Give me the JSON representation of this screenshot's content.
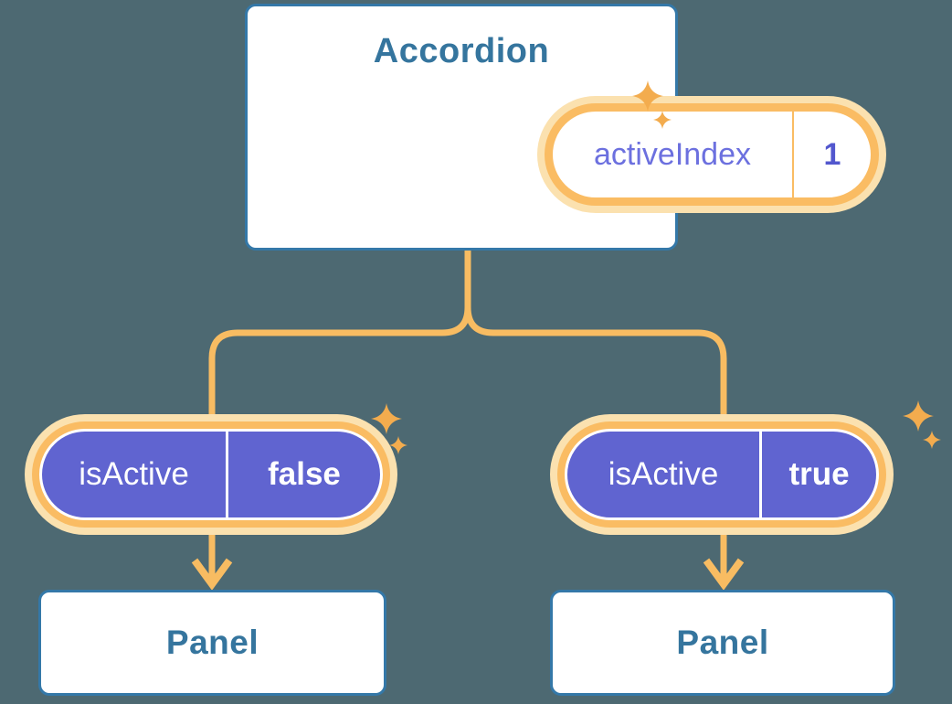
{
  "diagram": {
    "root": {
      "title": "Accordion",
      "state": {
        "label": "activeIndex",
        "value": "1"
      }
    },
    "children": [
      {
        "prop": {
          "label": "isActive",
          "value": "false"
        },
        "panel_title": "Panel"
      },
      {
        "prop": {
          "label": "isActive",
          "value": "true"
        },
        "panel_title": "Panel"
      }
    ]
  },
  "colors": {
    "background": "#4D6972",
    "card_border": "#3478A8",
    "card_text": "#35759E",
    "pill_orange": "#FABC63",
    "pill_cream": "#FBE1AF",
    "connector": "#F8BC62",
    "purple_fill": "#6064D0",
    "purple_label": "#6C70DF",
    "purple_value": "#5257CE",
    "sparkle": "#F3AC4E"
  }
}
